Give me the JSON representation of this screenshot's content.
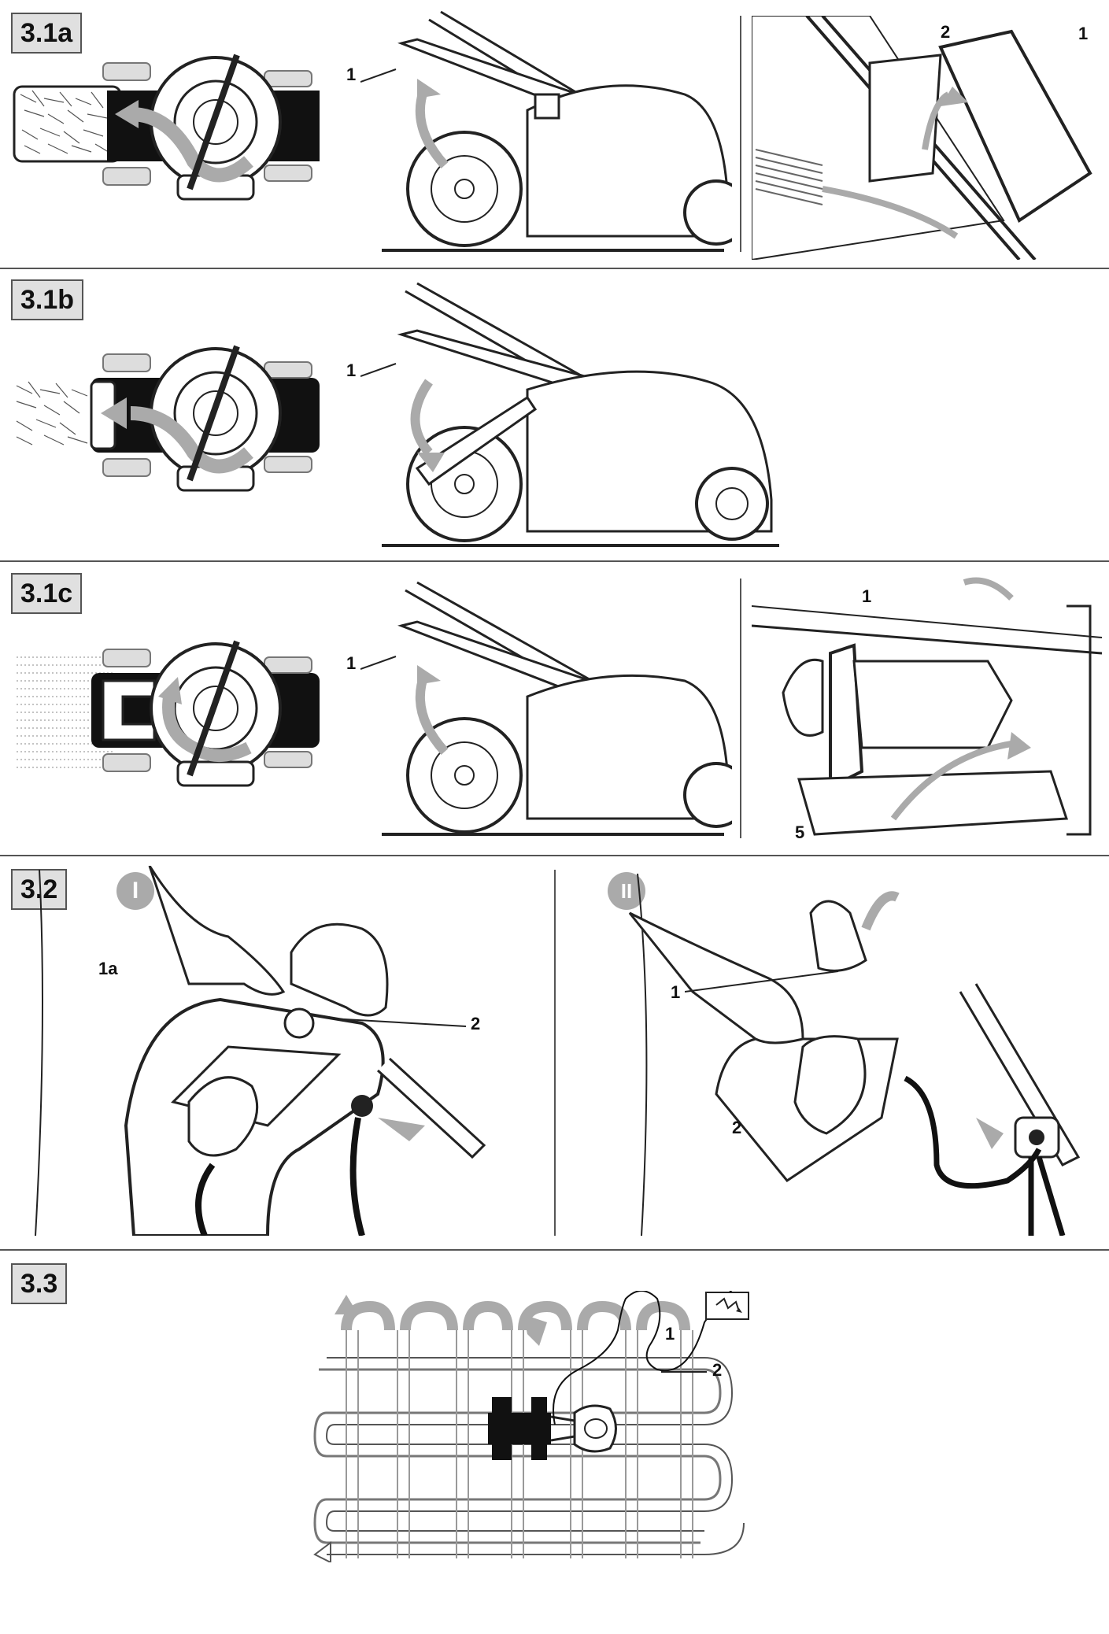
{
  "figures": [
    {
      "id": "3.1a",
      "callouts": [
        "1",
        "2",
        "1"
      ]
    },
    {
      "id": "3.1b",
      "callouts": [
        "1"
      ]
    },
    {
      "id": "3.1c",
      "callouts": [
        "1",
        "1",
        "5"
      ]
    },
    {
      "id": "3.2",
      "steps": [
        "I",
        "II"
      ],
      "callouts": [
        "1a",
        "2",
        "1",
        "2"
      ]
    },
    {
      "id": "3.3",
      "callouts": [
        "1",
        "2"
      ]
    }
  ],
  "colors": {
    "arrow": "#aaaaaa",
    "line": "#222222",
    "label_bg": "#e0e0e0",
    "separator": "#555555"
  }
}
